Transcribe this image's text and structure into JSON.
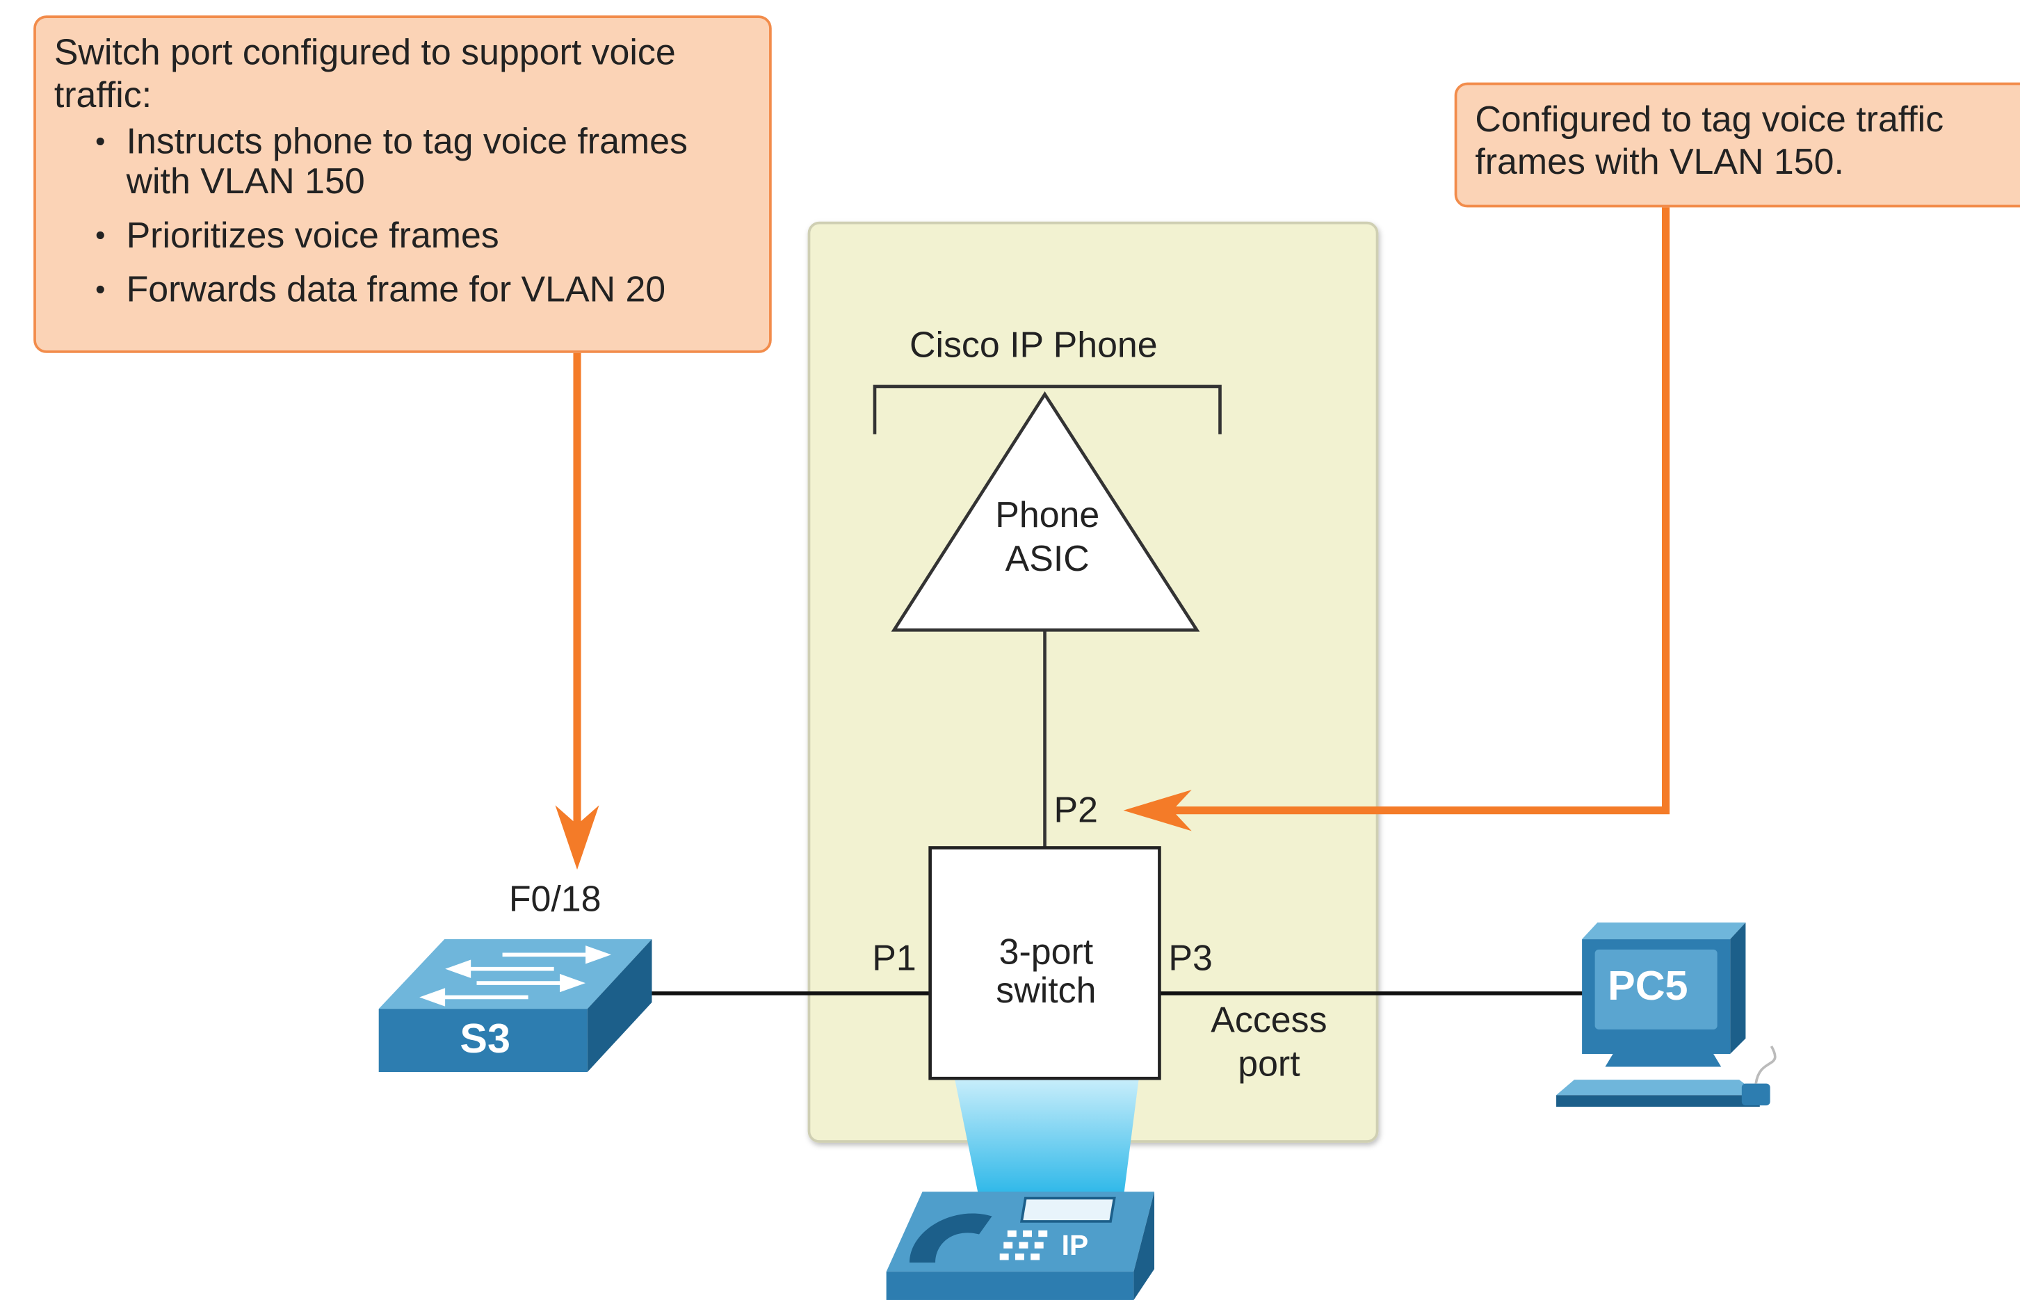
{
  "left_callout": {
    "heading": "Switch port configured to support voice traffic:",
    "bullets": [
      "Instructs phone to tag voice frames with VLAN 150",
      "Prioritizes voice frames",
      "Forwards data frame for VLAN 20"
    ]
  },
  "right_callout": {
    "text": "Configured to tag voice traffic frames with VLAN 150."
  },
  "phone_group": {
    "title": "Cisco IP Phone",
    "asic_line1": "Phone",
    "asic_line2": "ASIC",
    "switch_line1": "3-port",
    "switch_line2": "switch"
  },
  "ports": {
    "p1": "P1",
    "p2": "P2",
    "p3": "P3",
    "f0_18": "F0/18",
    "access_line1": "Access",
    "access_line2": "port"
  },
  "devices": {
    "s3": "S3",
    "pc5": "PC5",
    "phone": "IP"
  },
  "colors": {
    "callout_fill": "#fbd3b6",
    "callout_border": "#f28c4b",
    "arrow": "#f47b28",
    "panel": "#f2f2d1",
    "device_blue": "#2f7fb0"
  }
}
